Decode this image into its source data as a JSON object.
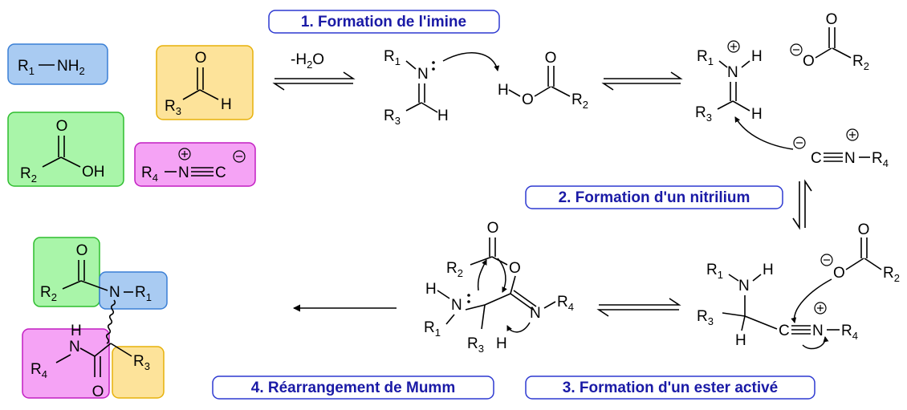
{
  "steps": {
    "s1": "1. Formation de l'imine",
    "s2": "2. Formation d'un nitrilium",
    "s3": "3. Formation d'un ester activé",
    "s4": "4. Réarrangement de Mumm"
  },
  "reagents": {
    "amine_r": "R",
    "amine_r_sub": "1",
    "amine_nh": "NH",
    "amine_nh_sub": "2",
    "ald_o": "O",
    "ald_r": "R",
    "ald_r_sub": "3",
    "ald_h": "H",
    "acid_o": "O",
    "acid_r": "R",
    "acid_r_sub": "2",
    "acid_oh": "OH",
    "iso_r": "R",
    "iso_r_sub": "4",
    "iso_n": "N",
    "iso_c": "C"
  },
  "conditions": {
    "dehydration": "-H",
    "dehydration_sub": "2",
    "dehydration_o": "O"
  },
  "imine": {
    "r1": "R",
    "r1_sub": "1",
    "n": "N",
    "r3": "R",
    "r3_sub": "3",
    "h": "H"
  },
  "acid2": {
    "h": "H",
    "o1": "O",
    "o2": "O",
    "r2": "R",
    "r2_sub": "2"
  },
  "iminium": {
    "r1": "R",
    "r1_sub": "1",
    "n": "N",
    "h1": "H",
    "r3": "R",
    "r3_sub": "3",
    "h2": "H"
  },
  "carboxylate": {
    "o1": "O",
    "o2": "O",
    "r2": "R",
    "r2_sub": "2"
  },
  "isocyanide2": {
    "c": "C",
    "n": "N",
    "r4": "R",
    "r4_sub": "4"
  },
  "nitrilium": {
    "r1": "R",
    "r1_sub": "1",
    "n": "N",
    "h1": "H",
    "r3": "R",
    "r3_sub": "3",
    "h2": "H",
    "c": "C",
    "n2": "N",
    "r4": "R",
    "r4_sub": "4",
    "o1": "O",
    "o2": "O",
    "r2": "R",
    "r2_sub": "2"
  },
  "ester": {
    "o1": "O",
    "r2": "R",
    "r2_sub": "2",
    "o2": "O",
    "h1": "H",
    "n1": "N",
    "r1": "R",
    "r1_sub": "1",
    "r3": "R",
    "r3_sub": "3",
    "h2": "H",
    "n2": "N",
    "r4": "R",
    "r4_sub": "4"
  },
  "product": {
    "o1": "O",
    "r2": "R",
    "r2_sub": "2",
    "n1": "N",
    "r1": "R",
    "r1_sub": "1",
    "h": "H",
    "n2": "N",
    "r4": "R",
    "r4_sub": "4",
    "o2": "O",
    "r3": "R",
    "r3_sub": "3"
  },
  "colors": {
    "amine_fill": "#a9cbf2",
    "amine_stroke": "#3a7fd5",
    "aldehyde_fill": "#fde39a",
    "aldehyde_stroke": "#e7b10a",
    "acid_fill": "#a9f5a9",
    "acid_stroke": "#2ebd2e",
    "isocyanide_fill": "#f5a3f5",
    "isocyanide_stroke": "#c21fc2",
    "step_label_text": "#1a1aa6",
    "step_label_border": "#2d39d1"
  }
}
